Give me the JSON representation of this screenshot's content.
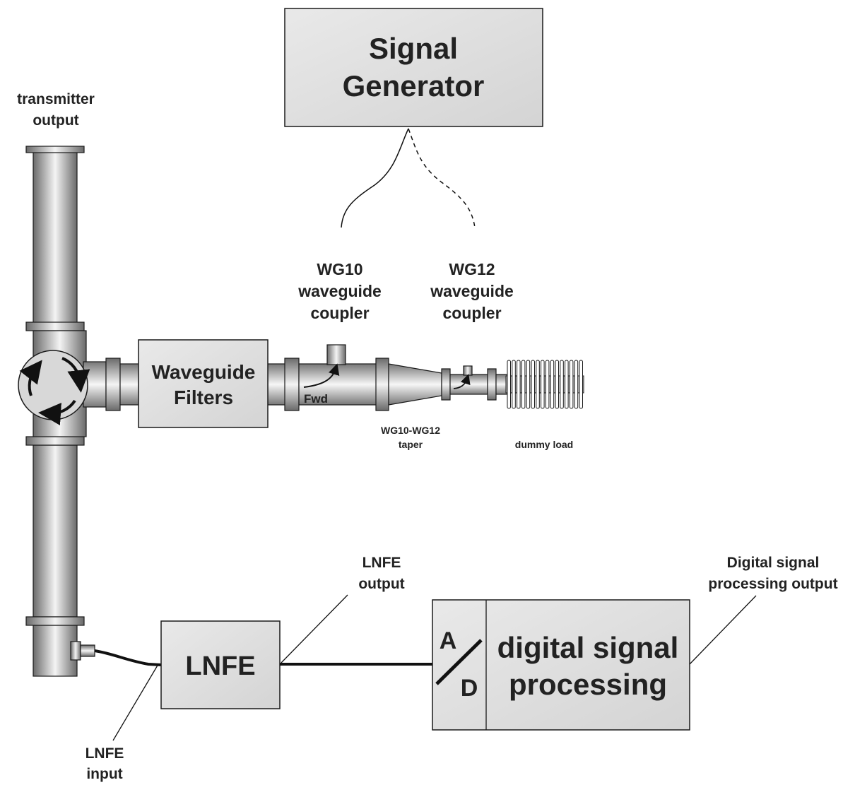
{
  "diagram": {
    "signal_generator": {
      "line1": "Signal",
      "line2": "Generator"
    },
    "transmitter_output": {
      "line1": "transmitter",
      "line2": "output"
    },
    "waveguide_filters": {
      "line1": "Waveguide",
      "line2": "Filters"
    },
    "wg10_coupler": {
      "line1": "WG10",
      "line2": "waveguide",
      "line3": "coupler"
    },
    "wg12_coupler": {
      "line1": "WG12",
      "line2": "waveguide",
      "line3": "coupler"
    },
    "fwd_label": "Fwd",
    "taper": {
      "line1": "WG10-WG12",
      "line2": "taper"
    },
    "dummy_load": "dummy load",
    "lnfe": "LNFE",
    "lnfe_output": {
      "line1": "LNFE",
      "line2": "output"
    },
    "lnfe_input": {
      "line1": "LNFE",
      "line2": "input"
    },
    "ad_converter": {
      "top": "A",
      "bottom": "D"
    },
    "dsp": {
      "line1": "digital signal",
      "line2": "processing"
    },
    "dsp_output": {
      "line1": "Digital signal",
      "line2": "processing output"
    }
  },
  "colors": {
    "box_fill": "#e2e2e2",
    "stroke": "#1a1a1a",
    "metal_dark": "#6e6e6e",
    "metal_light": "#f2f2f2"
  }
}
